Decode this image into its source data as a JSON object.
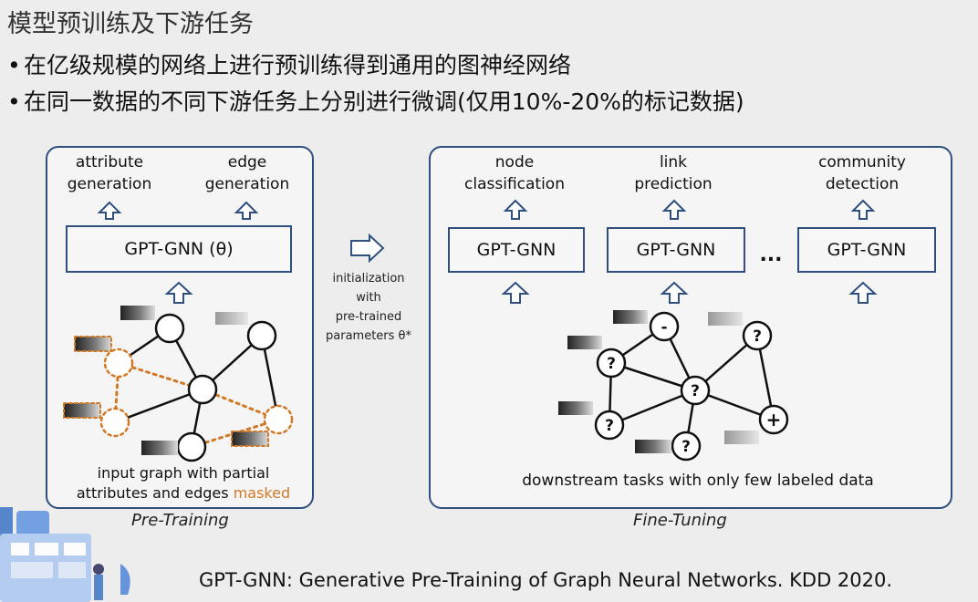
{
  "title": "模型预训练及下游任务",
  "bullets": [
    "在亿级规模的网络上进行预训练得到通用的图神经网络",
    "在同一数据的不同下游任务上分别进行微调(仅用10%-20%的标记数据)"
  ],
  "pretraining": {
    "task1_line1": "attribute",
    "task1_line2": "generation",
    "task2_line1": "edge",
    "task2_line2": "generation",
    "model_label": "GPT-GNN (θ)",
    "graph_caption_line1": "input graph with partial",
    "graph_caption_line2_prefix": "attributes and edges ",
    "graph_caption_masked": "masked",
    "panel_caption": "Pre-Training"
  },
  "transfer": {
    "line1": "initialization",
    "line2": "with",
    "line3": "pre-trained",
    "line4": "parameters θ*"
  },
  "finetuning": {
    "task1_line1": "node",
    "task1_line2": "classification",
    "task2_line1": "link",
    "task2_line2": "prediction",
    "task3_line1": "community",
    "task3_line2": "detection",
    "model_label": "GPT-GNN",
    "ellipsis": "...",
    "node_symbols": {
      "unknown": "?",
      "negative": "-",
      "positive": "+"
    },
    "graph_caption": "downstream tasks with only  few labeled data",
    "panel_caption": "Fine-Tuning"
  },
  "citation": "GPT-GNN: Generative Pre-Training of Graph Neural Networks. KDD 2020.",
  "colors": {
    "frame": "#2f4f7f",
    "masked": "#d07a27",
    "node_line": "#111111"
  }
}
